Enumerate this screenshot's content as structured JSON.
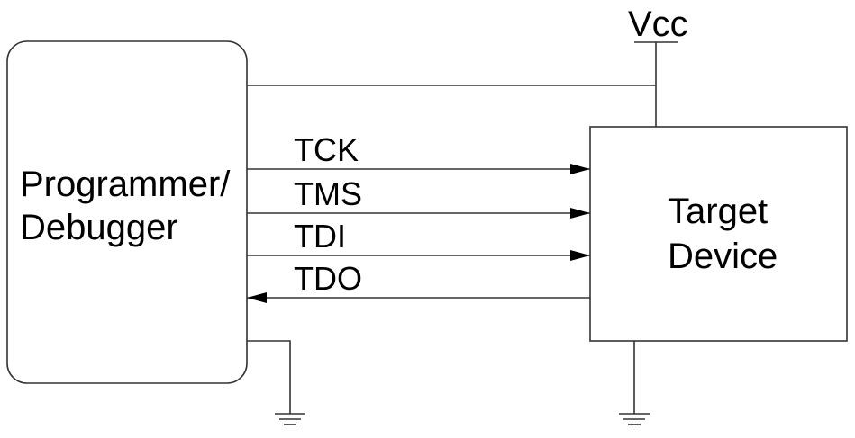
{
  "programmer": {
    "line1": "Programmer/",
    "line2": "Debugger"
  },
  "target": {
    "line1": "Target",
    "line2": "Device"
  },
  "power": {
    "label": "Vcc"
  },
  "signals": [
    {
      "name": "TCK",
      "direction": "to-target"
    },
    {
      "name": "TMS",
      "direction": "to-target"
    },
    {
      "name": "TDI",
      "direction": "to-target"
    },
    {
      "name": "TDO",
      "direction": "to-programmer"
    }
  ]
}
